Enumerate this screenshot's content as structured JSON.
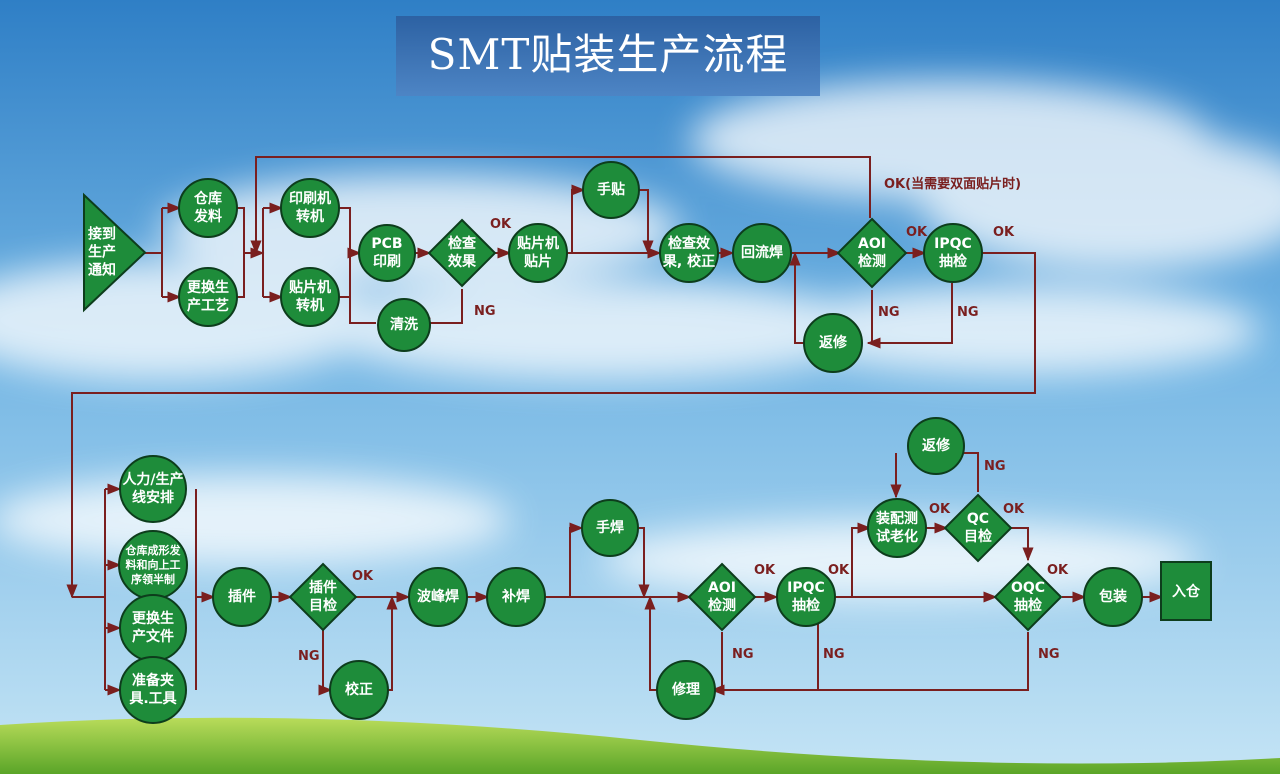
{
  "title": "SMT贴装生产流程",
  "colors": {
    "node_fill": "#1e8c3a",
    "node_stroke": "#0d3d1c",
    "line": "#7a1f1f",
    "node_text": "#ffffff",
    "label_text": "#7a1f1f"
  },
  "nodes": {
    "n_receive": [
      "接到",
      "生产",
      "通知"
    ],
    "n_warehouse": [
      "仓库",
      "发料"
    ],
    "n_change_process": [
      "更换生",
      "产工艺"
    ],
    "n_printer_change": [
      "印刷机",
      "转机"
    ],
    "n_mounter_change": [
      "贴片机",
      "转机"
    ],
    "n_pcb_print": [
      "PCB",
      "印刷"
    ],
    "n_inspect_effect": [
      "检查",
      "效果"
    ],
    "n_clean": [
      "清洗"
    ],
    "n_mounter_place": [
      "贴片机",
      "贴片"
    ],
    "n_manual_place": [
      "手贴"
    ],
    "n_check_effect": [
      "检查效",
      "果, 校正"
    ],
    "n_reflow": [
      "回流焊"
    ],
    "n_aoi_1": [
      "AOI",
      "检测"
    ],
    "n_ipqc_1": [
      "IPQC",
      "抽检"
    ],
    "n_rework_1": [
      "返修"
    ],
    "n_manpower": [
      "人力/生产",
      "线安排"
    ],
    "n_warehouse_form": [
      "仓库成形发",
      "料和向上工",
      "序领半制"
    ],
    "n_change_docs": [
      "更换生",
      "产文件"
    ],
    "n_fixtures": [
      "准备夹",
      "具.工具"
    ],
    "n_insert": [
      "插件"
    ],
    "n_insert_inspect": [
      "插件",
      "目检"
    ],
    "n_correct": [
      "校正"
    ],
    "n_wave": [
      "波峰焊"
    ],
    "n_touchup": [
      "补焊"
    ],
    "n_hand_solder": [
      "手焊"
    ],
    "n_aoi_2": [
      "AOI",
      "检测"
    ],
    "n_repair": [
      "修理"
    ],
    "n_ipqc_2": [
      "IPQC",
      "抽检"
    ],
    "n_assembly_test": [
      "装配测",
      "试老化"
    ],
    "n_rework_2": [
      "返修"
    ],
    "n_qc": [
      "QC",
      "目检"
    ],
    "n_oqc": [
      "OQC",
      "抽检"
    ],
    "n_pack": [
      "包装"
    ],
    "n_store": [
      "入仓"
    ]
  },
  "labels": {
    "ok_double_side": "OK(当需要双面贴片时)",
    "ok_inspect": "OK",
    "ng_inspect": "NG",
    "ok_aoi_1": "OK",
    "ng_aoi_1": "NG",
    "ok_ipqc_1": "OK",
    "ng_ipqc_1": "NG",
    "ok_insert_inspect": "OK",
    "ng_insert_inspect": "NG",
    "ok_aoi_2": "OK",
    "ng_aoi_2": "NG",
    "ok_ipqc_2": "OK",
    "ng_ipqc_2": "NG",
    "ok_assembly": "OK",
    "ok_qc": "OK",
    "ng_qc": "NG",
    "ok_oqc": "OK",
    "ng_oqc": "NG"
  }
}
